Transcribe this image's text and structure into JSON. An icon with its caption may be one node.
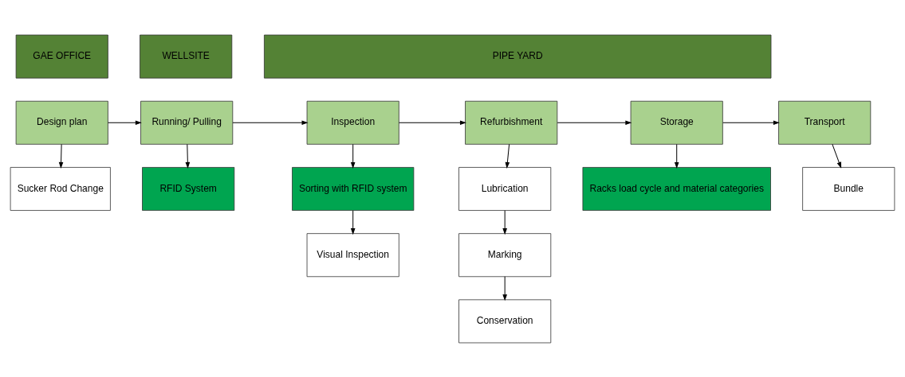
{
  "diagram": {
    "nodes": [
      {
        "text": [
          "GAE OFFICE"
        ]
      },
      {
        "text": [
          "WELLSITE"
        ]
      },
      {
        "text": [
          "PIPE YARD"
        ]
      },
      {
        "text": [
          "Design plan"
        ]
      },
      {
        "text": [
          "Running/ Pulling"
        ]
      },
      {
        "text": [
          "Inspection"
        ]
      },
      {
        "text": [
          "Refurbishment"
        ]
      },
      {
        "text": [
          "Storage"
        ]
      },
      {
        "text": [
          "Transport"
        ]
      },
      {
        "text": [
          "Sucker Rod Change"
        ]
      },
      {
        "text": [
          "RFID System"
        ]
      },
      {
        "text": [
          "Sorting with RFID system"
        ]
      },
      {
        "text": [
          "Visual Inspection"
        ]
      },
      {
        "text": [
          "Lubrication"
        ]
      },
      {
        "text": [
          "Marking"
        ]
      },
      {
        "text": [
          "Conservation"
        ]
      },
      {
        "text": [
          "Racks load cycle and material categories"
        ]
      },
      {
        "text": [
          "Bundle"
        ]
      }
    ],
    "edges": [
      {
        "from": 3,
        "to": 4,
        "arrow": "to"
      },
      {
        "from": 4,
        "to": 5,
        "arrow": "to"
      },
      {
        "from": 5,
        "to": 6,
        "arrow": "to"
      },
      {
        "from": 6,
        "to": 7,
        "arrow": "to"
      },
      {
        "from": 7,
        "to": 8,
        "arrow": "to"
      },
      {
        "from": 3,
        "to": 9,
        "arrow": "to"
      },
      {
        "from": 4,
        "to": 10,
        "arrow": "to"
      },
      {
        "from": 5,
        "to": 11,
        "arrow": "to"
      },
      {
        "from": 11,
        "to": 12,
        "arrow": "to"
      },
      {
        "from": 6,
        "to": 13,
        "arrow": "to"
      },
      {
        "from": 13,
        "to": 14,
        "arrow": "to"
      },
      {
        "from": 14,
        "to": 15,
        "arrow": "to"
      },
      {
        "from": 7,
        "to": 16,
        "arrow": "to"
      },
      {
        "from": 8,
        "to": 17,
        "arrow": "to"
      }
    ]
  }
}
